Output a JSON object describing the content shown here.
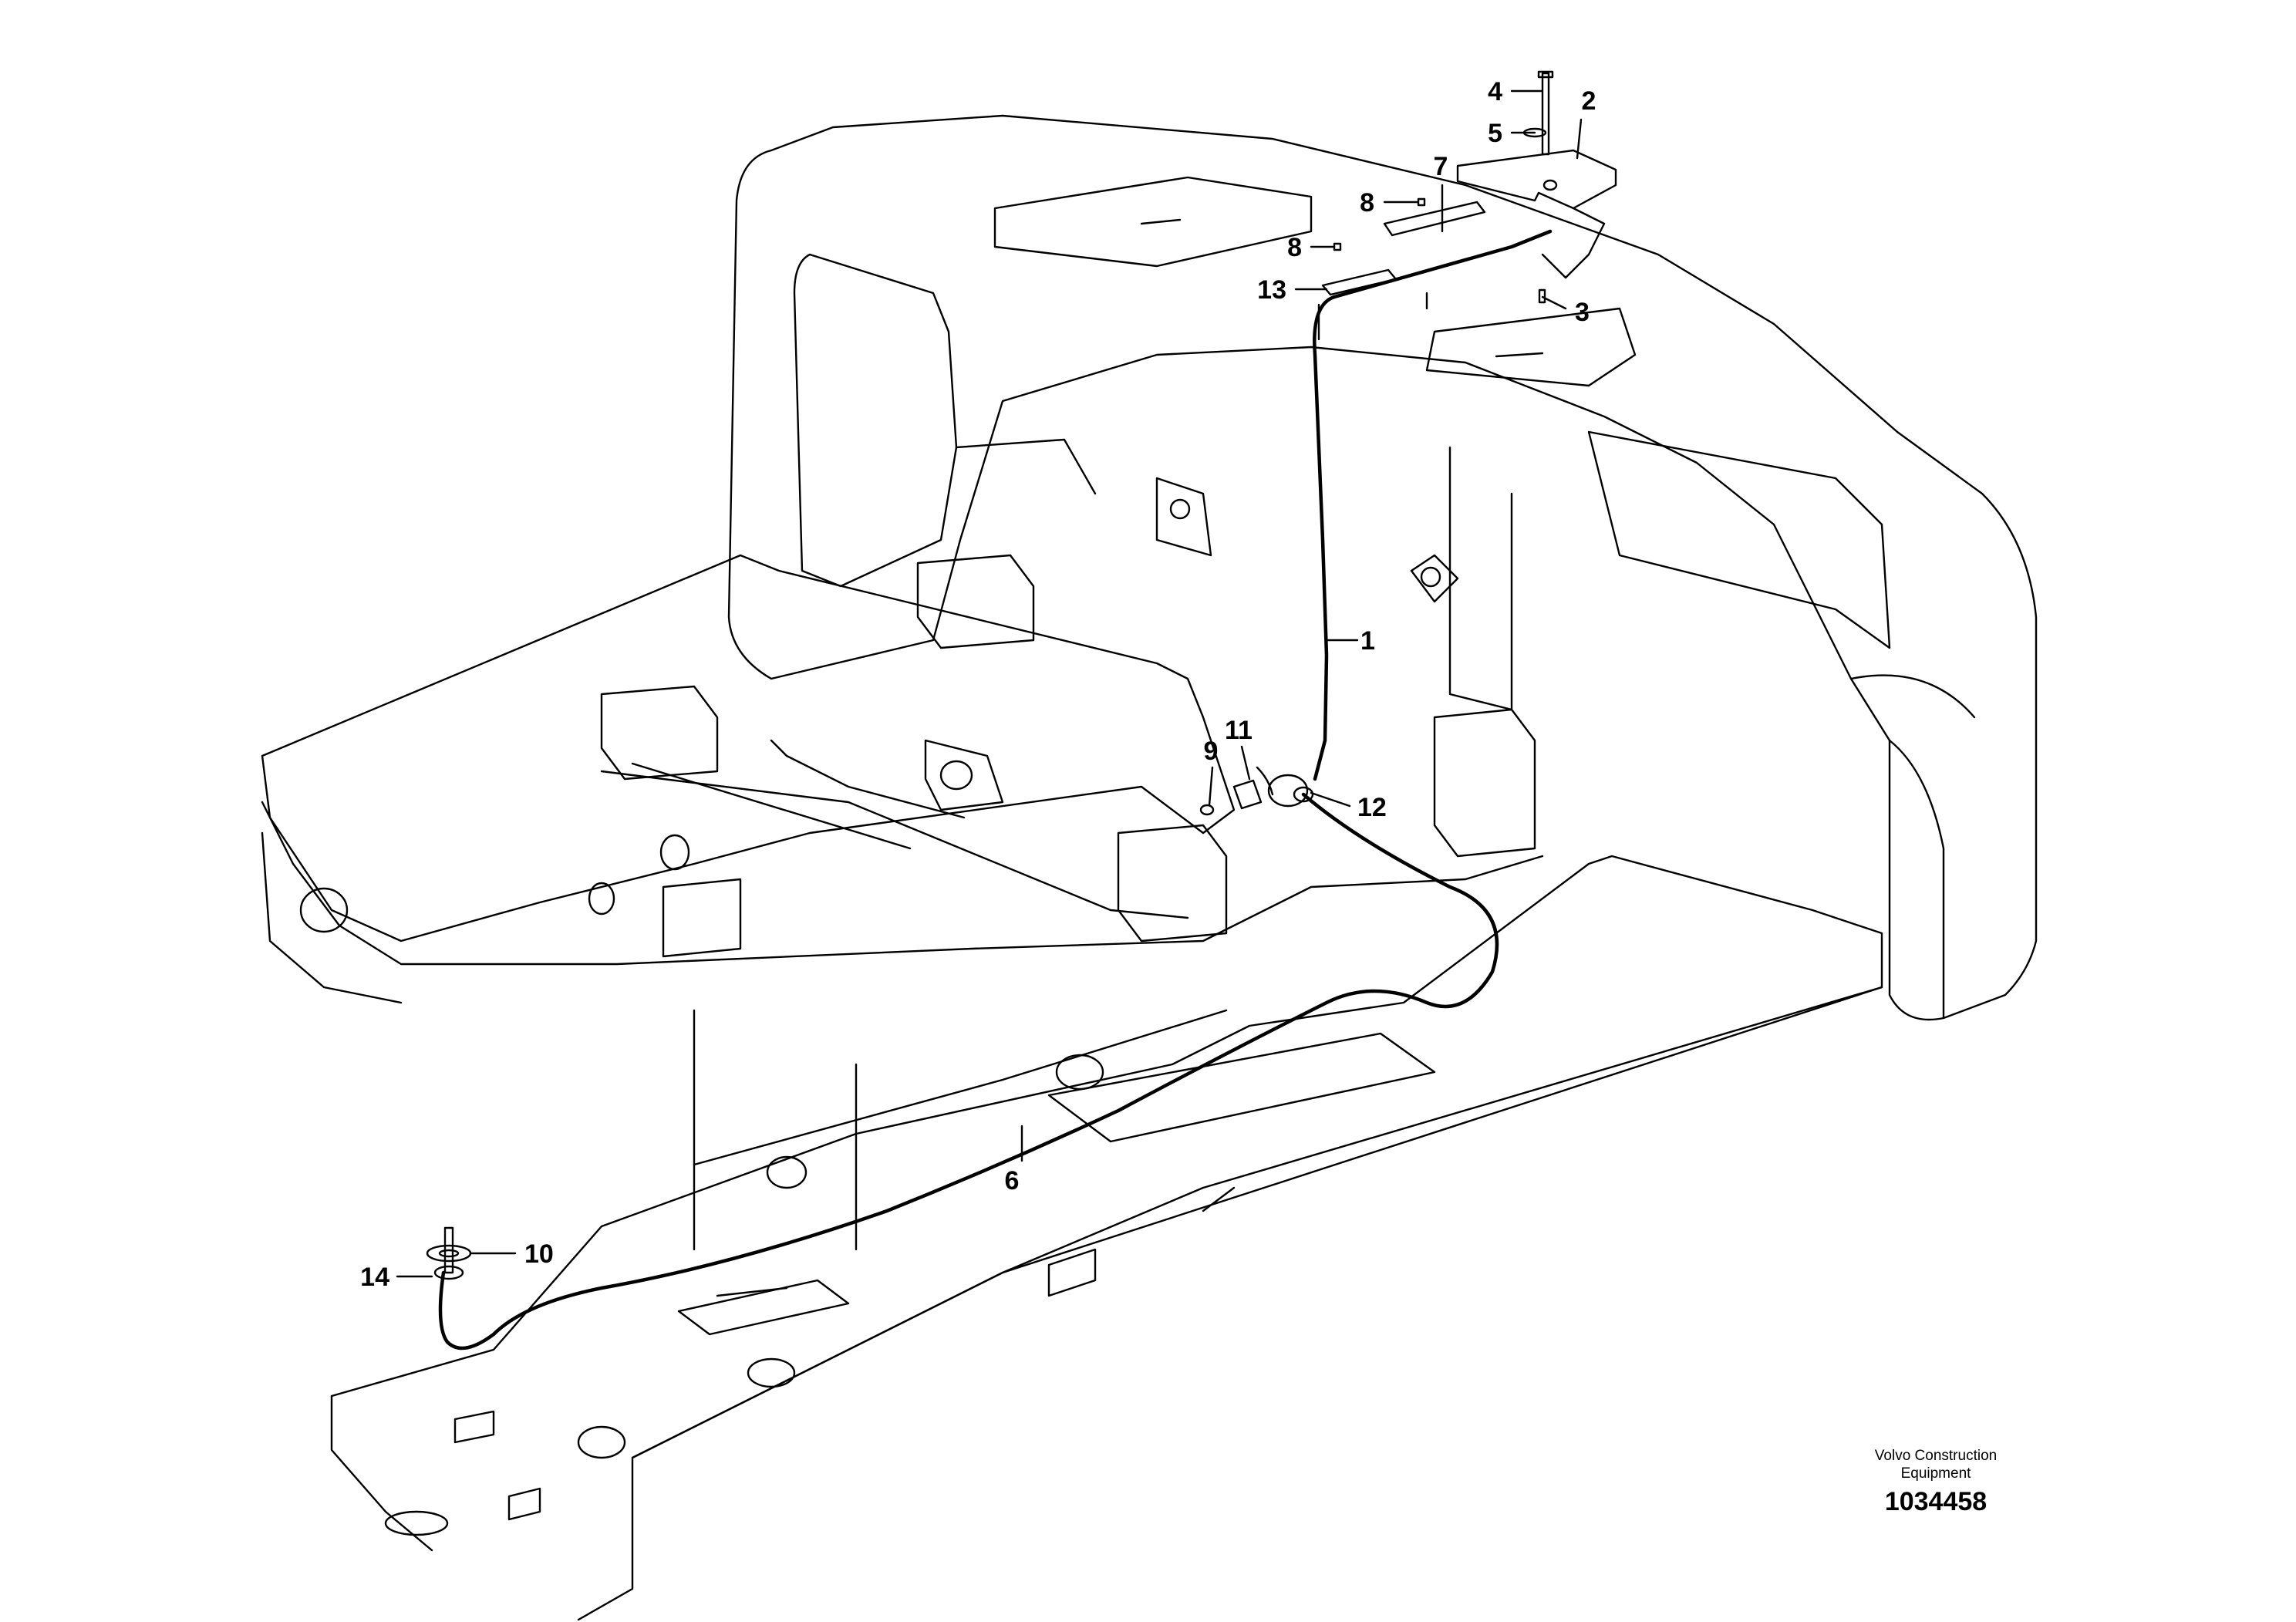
{
  "callouts": [
    "1",
    "2",
    "3",
    "4",
    "5",
    "6",
    "7",
    "8",
    "8",
    "9",
    "10",
    "11",
    "12",
    "13",
    "14"
  ],
  "footer": {
    "maker_line1": "Volvo Construction",
    "maker_line2": "Equipment",
    "drawing_number": "1034458"
  }
}
